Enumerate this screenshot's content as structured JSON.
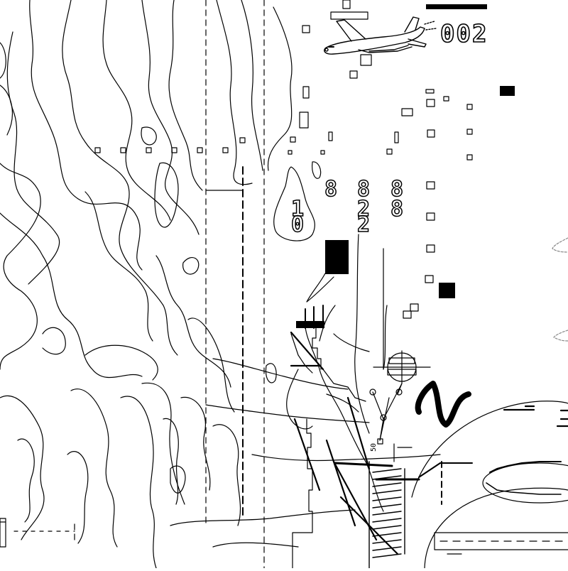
{
  "hud": {
    "score": "002",
    "plane_icon": "jet-plane-icon"
  },
  "readout": {
    "column_a": [
      "8",
      "1",
      "0"
    ],
    "column_b": [
      "8",
      "2",
      "2"
    ],
    "column_c": [
      "8",
      "8"
    ]
  },
  "scale_label": "50",
  "colors": {
    "ink": "#000000",
    "paper": "#ffffff"
  }
}
